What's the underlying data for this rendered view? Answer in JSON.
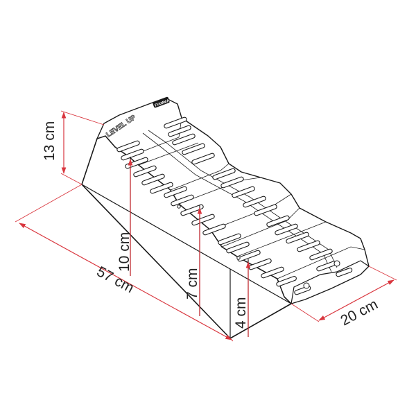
{
  "product": {
    "brand_text": "LEVEL UP",
    "logo_text": "FIAMMA"
  },
  "dimensions": {
    "height_rear": "13 cm",
    "length": "57 cm",
    "width": "20 cm",
    "step_high": "10 cm",
    "step_mid": "7 cm",
    "step_low": "4 cm"
  },
  "colors": {
    "dimension_line": "#d9363e",
    "outline": "#1a1a1a",
    "background": "#ffffff"
  }
}
